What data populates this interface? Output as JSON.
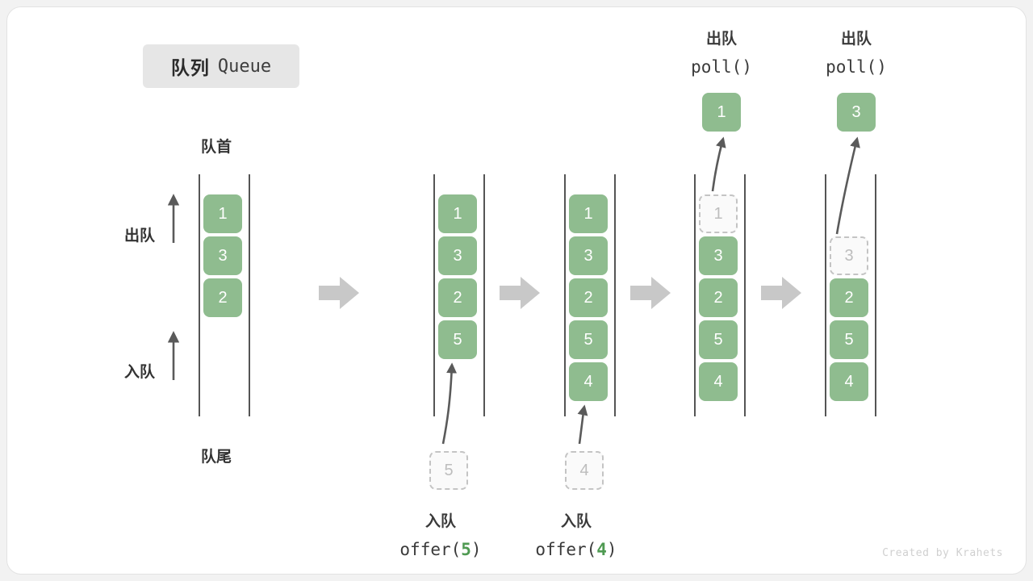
{
  "title": {
    "cn": "队列",
    "en": "Queue"
  },
  "labels": {
    "head": "队首",
    "tail": "队尾",
    "dequeue": "出队",
    "enqueue": "入队"
  },
  "credit": "Created by Krahets",
  "colors": {
    "element": "#8fbc8f",
    "element_text": "#ffffff",
    "ghost_border": "#c4c4c4",
    "ghost_text": "#bdbdbd",
    "rail": "#555555",
    "step_arrow": "#c8c8c8",
    "curve_arrow": "#5a5a5a",
    "accent_arg": "#4f9a52",
    "chip_bg": "#e6e6e6",
    "card_bg": "#ffffff",
    "page_bg": "#f2f2f2"
  },
  "columns": [
    {
      "id": "initial",
      "cells": [
        {
          "value": "1",
          "state": "filled"
        },
        {
          "value": "3",
          "state": "filled"
        },
        {
          "value": "2",
          "state": "filled"
        }
      ]
    },
    {
      "id": "after-offer-5",
      "cells": [
        {
          "value": "1",
          "state": "filled"
        },
        {
          "value": "3",
          "state": "filled"
        },
        {
          "value": "2",
          "state": "filled"
        },
        {
          "value": "5",
          "state": "filled"
        }
      ],
      "incoming": {
        "value": "5",
        "state": "ghost"
      },
      "caption": {
        "cn": "入队",
        "fn": "offer(",
        "arg": "5",
        "close": ")"
      }
    },
    {
      "id": "after-offer-4",
      "cells": [
        {
          "value": "1",
          "state": "filled"
        },
        {
          "value": "3",
          "state": "filled"
        },
        {
          "value": "2",
          "state": "filled"
        },
        {
          "value": "5",
          "state": "filled"
        },
        {
          "value": "4",
          "state": "filled"
        }
      ],
      "incoming": {
        "value": "4",
        "state": "ghost"
      },
      "caption": {
        "cn": "入队",
        "fn": "offer(",
        "arg": "4",
        "close": ")"
      }
    },
    {
      "id": "after-poll-1",
      "cells": [
        {
          "value": "1",
          "state": "ghost"
        },
        {
          "value": "3",
          "state": "filled"
        },
        {
          "value": "2",
          "state": "filled"
        },
        {
          "value": "5",
          "state": "filled"
        },
        {
          "value": "4",
          "state": "filled"
        }
      ],
      "outgoing": {
        "value": "1",
        "state": "filled"
      },
      "caption": {
        "cn": "出队",
        "fn": "poll(",
        "arg": "",
        "close": ")"
      }
    },
    {
      "id": "after-poll-3",
      "cells": [
        {
          "value": "",
          "state": "empty"
        },
        {
          "value": "3",
          "state": "ghost"
        },
        {
          "value": "2",
          "state": "filled"
        },
        {
          "value": "5",
          "state": "filled"
        },
        {
          "value": "4",
          "state": "filled"
        }
      ],
      "outgoing": {
        "value": "3",
        "state": "filled"
      },
      "caption": {
        "cn": "出队",
        "fn": "poll(",
        "arg": "",
        "close": ")"
      }
    }
  ],
  "step_arrows": [
    {
      "from": "initial",
      "to": "after-offer-5"
    },
    {
      "from": "after-offer-5",
      "to": "after-offer-4"
    },
    {
      "from": "after-offer-4",
      "to": "after-poll-1"
    },
    {
      "from": "after-poll-1",
      "to": "after-poll-3"
    }
  ]
}
